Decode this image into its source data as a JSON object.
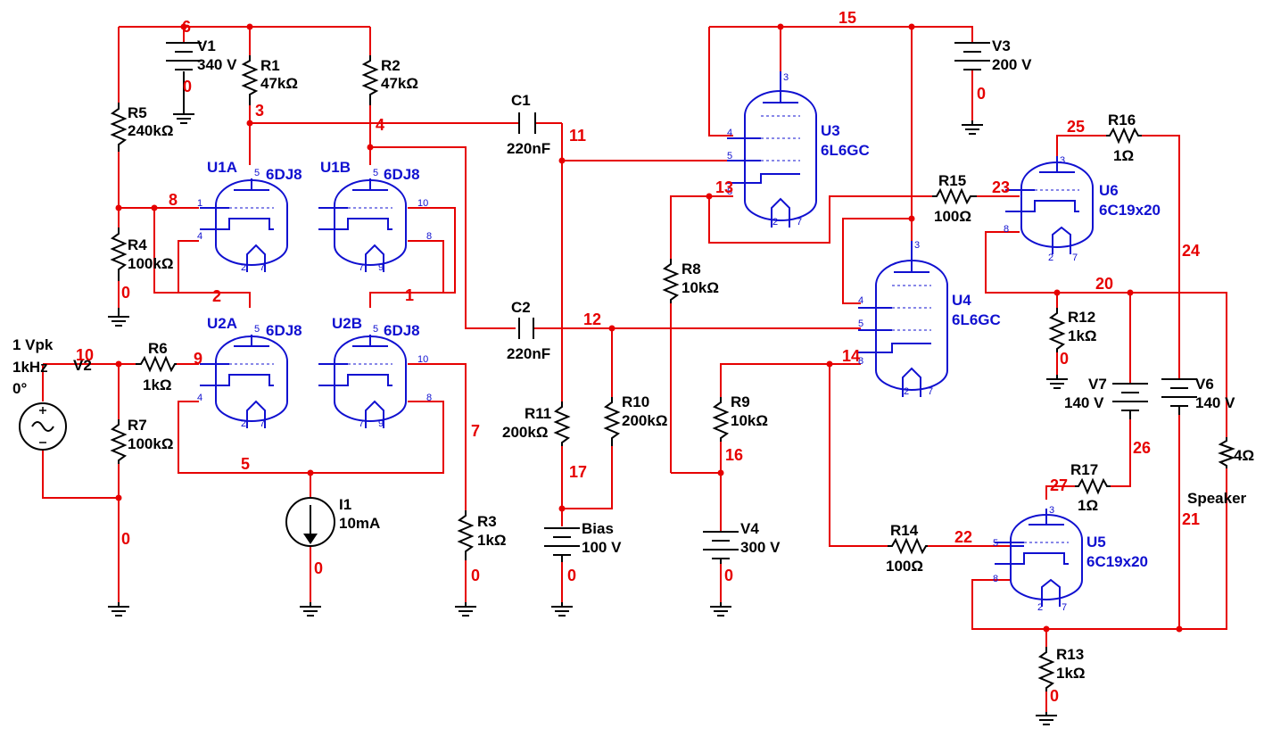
{
  "nets": [
    {
      "text": "6"
    },
    {
      "text": "3"
    },
    {
      "text": "4"
    },
    {
      "text": "8"
    },
    {
      "text": "2"
    },
    {
      "text": "1"
    },
    {
      "text": "0"
    },
    {
      "text": "0"
    },
    {
      "text": "10"
    },
    {
      "text": "9"
    },
    {
      "text": "5"
    },
    {
      "text": "7"
    },
    {
      "text": "0"
    },
    {
      "text": "0"
    },
    {
      "text": "0"
    },
    {
      "text": "11"
    },
    {
      "text": "12"
    },
    {
      "text": "17"
    },
    {
      "text": "0"
    },
    {
      "text": "15"
    },
    {
      "text": "0"
    },
    {
      "text": "13"
    },
    {
      "text": "14"
    },
    {
      "text": "16"
    },
    {
      "text": "0"
    },
    {
      "text": "25"
    },
    {
      "text": "23"
    },
    {
      "text": "24"
    },
    {
      "text": "20"
    },
    {
      "text": "0"
    },
    {
      "text": "26"
    },
    {
      "text": "27"
    },
    {
      "text": "22"
    },
    {
      "text": "21"
    },
    {
      "text": "0"
    }
  ],
  "components": [
    {
      "name": "V1",
      "value": "340 V"
    },
    {
      "name": "R1",
      "value": "47kΩ"
    },
    {
      "name": "R2",
      "value": "47kΩ"
    },
    {
      "name": "R5",
      "value": "240kΩ"
    },
    {
      "name": "R4",
      "value": "100kΩ"
    },
    {
      "name": "C1",
      "value": "220nF"
    },
    {
      "name": "C2",
      "value": "220nF"
    },
    {
      "name": "R6",
      "value": "1kΩ"
    },
    {
      "name": "R7",
      "value": "100kΩ"
    },
    {
      "name": "R3",
      "value": "1kΩ"
    },
    {
      "name": "I1",
      "value": "10mA"
    },
    {
      "name": "R11",
      "value": "200kΩ"
    },
    {
      "name": "R10",
      "value": "200kΩ"
    },
    {
      "name": "Bias",
      "value": "100 V"
    },
    {
      "name": "R8",
      "value": "10kΩ"
    },
    {
      "name": "R9",
      "value": "10kΩ"
    },
    {
      "name": "V4",
      "value": "300 V"
    },
    {
      "name": "V3",
      "value": "200 V"
    },
    {
      "name": "R15",
      "value": "100Ω"
    },
    {
      "name": "R16",
      "value": "1Ω"
    },
    {
      "name": "R12",
      "value": "1kΩ"
    },
    {
      "name": "V7",
      "value": "140 V"
    },
    {
      "name": "V6",
      "value": "140 V"
    },
    {
      "name": "Speaker",
      "value": "4Ω"
    },
    {
      "name": "R17",
      "value": "1Ω"
    },
    {
      "name": "R14",
      "value": "100Ω"
    },
    {
      "name": "R13",
      "value": "1kΩ"
    }
  ],
  "source_v2": {
    "name": "V2",
    "amplitude": "1 Vpk",
    "frequency": "1kHz",
    "phase": "0°"
  },
  "tubes": [
    {
      "name": "U1A",
      "type": "6DJ8"
    },
    {
      "name": "U1B",
      "type": "6DJ8"
    },
    {
      "name": "U2A",
      "type": "6DJ8"
    },
    {
      "name": "U2B",
      "type": "6DJ8"
    },
    {
      "name": "U3",
      "type": "6L6GC"
    },
    {
      "name": "U4",
      "type": "6L6GC"
    },
    {
      "name": "U6",
      "type": "6C19x20"
    },
    {
      "name": "U5",
      "type": "6C19x20"
    }
  ],
  "pins": {
    "triode_a": [
      "5",
      "1",
      "4",
      "2",
      "7"
    ],
    "triode_b": [
      "5",
      "10",
      "8",
      "7",
      "9"
    ],
    "pentode": [
      "3",
      "4",
      "5",
      "8",
      "2",
      "7"
    ],
    "triode_power": [
      "3",
      "8",
      "2",
      "7"
    ],
    "triode_power_u5": [
      "3",
      "5",
      "8",
      "2",
      "7"
    ]
  },
  "colors": {
    "wire": "#e60000",
    "component": "#000000",
    "tube": "#1010d0",
    "net_label": "#e60000"
  }
}
